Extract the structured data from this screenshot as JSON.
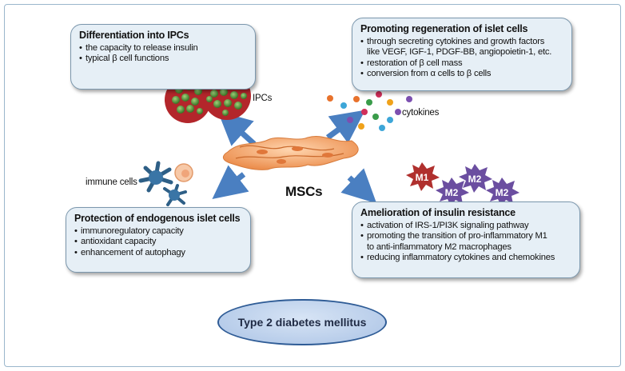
{
  "boxes": {
    "ipc": {
      "title": "Differentiation into IPCs",
      "items": [
        "the capacity to release insulin",
        "typical β cell functions"
      ]
    },
    "regen": {
      "title": "Promoting regeneration of islet cells",
      "items": [
        "through secreting cytokines and growth factors",
        "like VEGF, IGF-1, PDGF-BB, angiopoietin-1, etc.",
        "restoration of β cell mass",
        "conversion from α cells to β cells"
      ]
    },
    "protection": {
      "title": "Protection of endogenous islet cells",
      "items": [
        "immunoregulatory capacity",
        "antioxidant capacity",
        "enhancement of autophagy"
      ]
    },
    "amelioration": {
      "title": "Amelioration of insulin resistance",
      "items": [
        "activation of IRS-1/PI3K signaling pathway",
        "promoting the transition of pro-inflammatory M1",
        "to anti-inflammatory M2 macrophages",
        "reducing inflammatory cytokines and chemokines"
      ]
    }
  },
  "labels": {
    "ipcs": "IPCs",
    "cytokines": "cytokines",
    "immune_cells": "immune cells",
    "mscs": "MSCs"
  },
  "macrophages": {
    "m1": "M1",
    "m2": "M2"
  },
  "disease": "Type 2 diabetes mellitus",
  "colors": {
    "box_fill": "#e6eff6",
    "box_border": "#7b97ad",
    "arrow": "#4a7fc1",
    "msc_cell": "#f2a46a",
    "ipc_red": "#b3262b",
    "ipc_green": "#4c8a2e",
    "immune_cell": "#2e5f86",
    "m1": "#b0302e",
    "m2": "#6b4ea0"
  }
}
